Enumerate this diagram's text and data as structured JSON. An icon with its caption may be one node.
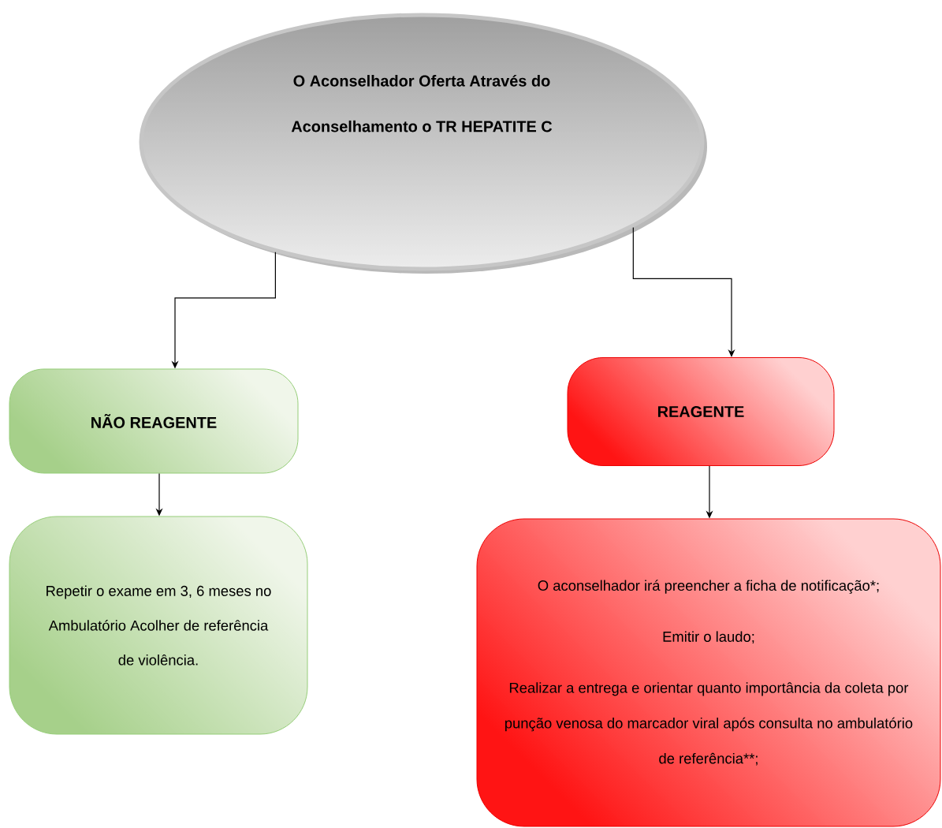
{
  "diagram": {
    "nodes": [
      {
        "text": [
          "O Aconselhador Oferta Através do Aconselhamento o TR HEPATITE C"
        ]
      },
      {
        "text": [
          "NÃO REAGENTE"
        ]
      },
      {
        "text": [
          "REAGENTE"
        ]
      },
      {
        "text": [
          "Repetir o exame em 3, 6 meses no Ambulatório Acolher de referência de violência."
        ]
      },
      {
        "text": [
          "O aconselhador irá preencher a ficha de notificação*;",
          "Emitir o laudo;",
          "Realizar a entrega e orientar quanto importância da coleta por punção venosa do marcador viral após consulta no ambulatório de referência**;"
        ]
      }
    ],
    "edges": [
      {
        "from": 0,
        "to": 1,
        "arrow": "to"
      },
      {
        "from": 0,
        "to": 2,
        "arrow": "to"
      },
      {
        "from": 1,
        "to": 3,
        "arrow": "to"
      },
      {
        "from": 2,
        "to": 4,
        "arrow": "to"
      }
    ]
  }
}
